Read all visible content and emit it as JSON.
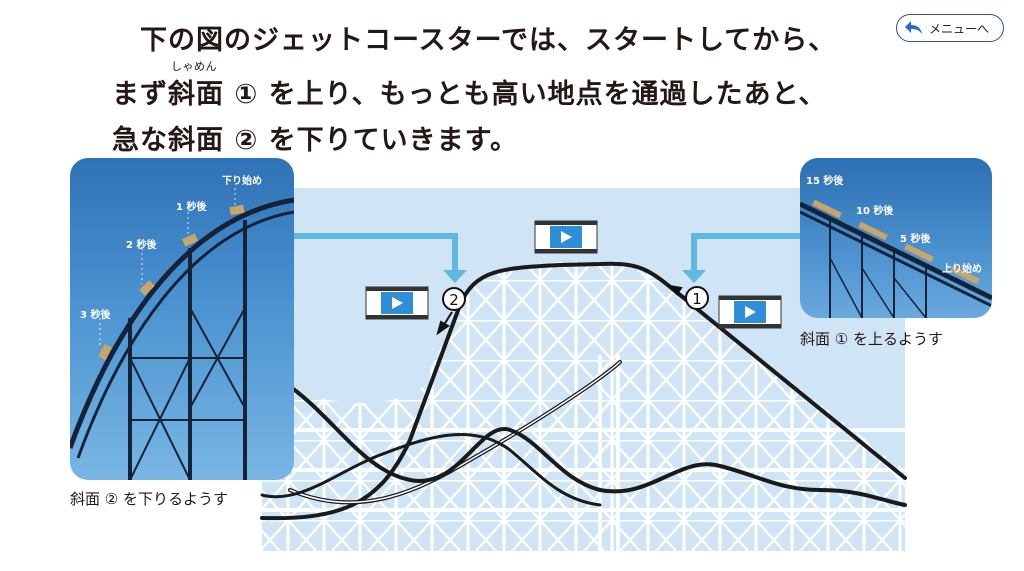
{
  "intro": {
    "line1": "下の図のジェットコースターでは、スタートしてから、",
    "line2": "まず斜面 ① を上り、もっとも高い地点を通過したあと、",
    "line3": "急な斜面 ② を下りていきます。",
    "ruby": "しゃめん"
  },
  "menu_button": {
    "label": "メニューへ"
  },
  "markers": {
    "slope1": "1",
    "slope2": "2"
  },
  "photo_slope2": {
    "caption": "斜面 ② を下りるようす",
    "labels": [
      "下り始め",
      "1 秒後",
      "2 秒後",
      "3 秒後"
    ]
  },
  "photo_slope1": {
    "caption": "斜面 ① を上るようす",
    "labels": [
      "15 秒後",
      "10 秒後",
      "5 秒後",
      "上り始め"
    ]
  },
  "colors": {
    "sky": "#cfe4f5",
    "arrow": "#5fb8e0",
    "track": "#1a1a1a",
    "video": "#2e8fd6"
  }
}
